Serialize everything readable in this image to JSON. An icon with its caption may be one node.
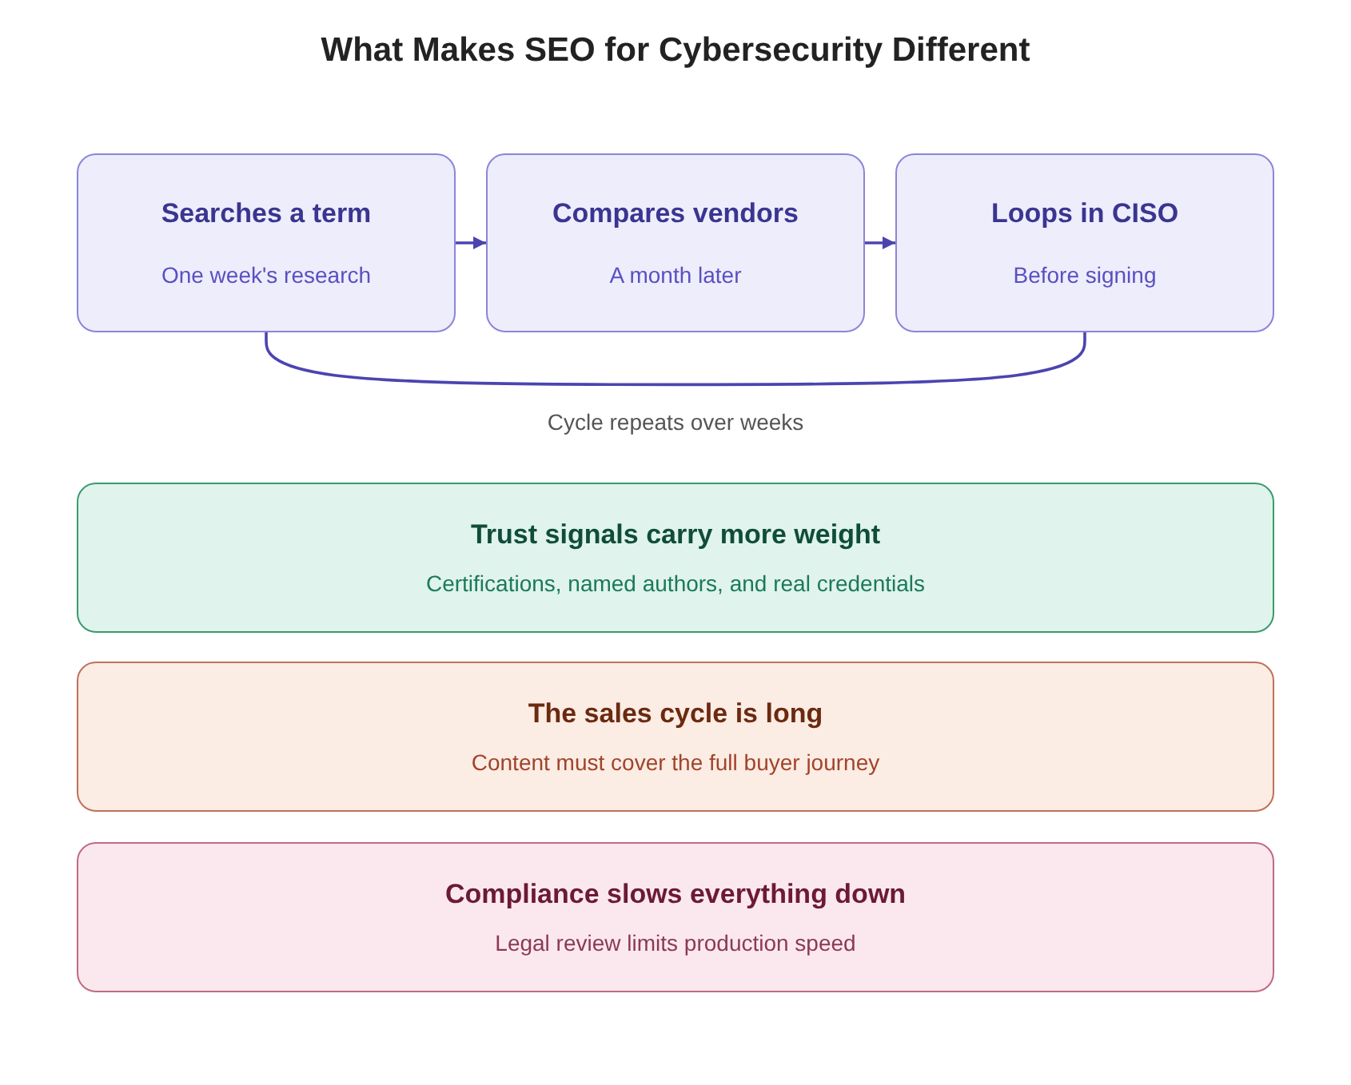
{
  "diagram": {
    "title": "What Makes SEO for Cybersecurity Different",
    "nodes": [
      {
        "text": [
          "Searches a term",
          "One week's research"
        ]
      },
      {
        "text": [
          "Compares vendors",
          "A month later"
        ]
      },
      {
        "text": [
          "Loops in CISO",
          "Before signing"
        ]
      },
      {
        "text": [
          "Trust signals carry more weight",
          "Certifications, named authors, and real credentials"
        ]
      },
      {
        "text": [
          "The sales cycle is long",
          "Content must cover the full buyer journey"
        ]
      },
      {
        "text": [
          "Compliance slows everything down",
          "Legal review limits production speed"
        ]
      }
    ],
    "edges": [
      {
        "from": 0,
        "to": 1,
        "arrow": "to"
      },
      {
        "from": 1,
        "to": 2,
        "arrow": "to"
      },
      {
        "from": 2,
        "to": 0,
        "arrow": "none",
        "label": "Cycle repeats over weeks"
      }
    ]
  }
}
